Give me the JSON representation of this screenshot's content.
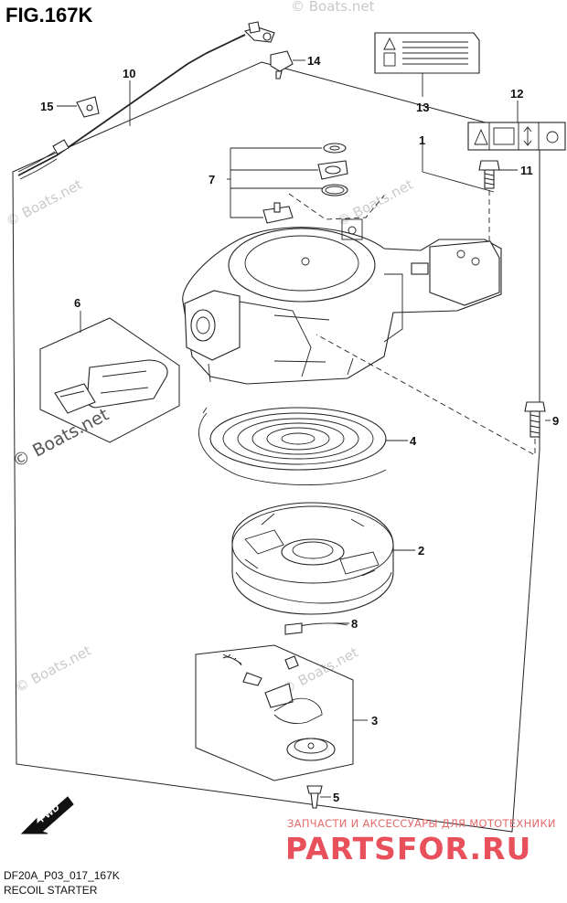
{
  "figure_title": "FIG.167K",
  "drawing_code": "DF20A_P03_017_167K",
  "section_title": "RECOIL STARTER",
  "direction_label": "FWD",
  "watermark": "© Boats.net",
  "vendor_banner": "ЗАПЧАСТИ И АКСЕССУАРЫ ДЛЯ МОТОТЕХНИКИ",
  "vendor_logo": "PARTSFOR.RU",
  "callouts": {
    "c1": "1",
    "c2": "2",
    "c3": "3",
    "c4": "4",
    "c5": "5",
    "c6": "6",
    "c7": "7",
    "c8": "8",
    "c9": "9",
    "c10": "10",
    "c11": "11",
    "c12": "12",
    "c13": "13",
    "c14": "14",
    "c15": "15"
  },
  "colors": {
    "line": "#222222",
    "watermark": "#c9c9c9",
    "logo": "#e8505b",
    "banner": "#e56a6a"
  }
}
